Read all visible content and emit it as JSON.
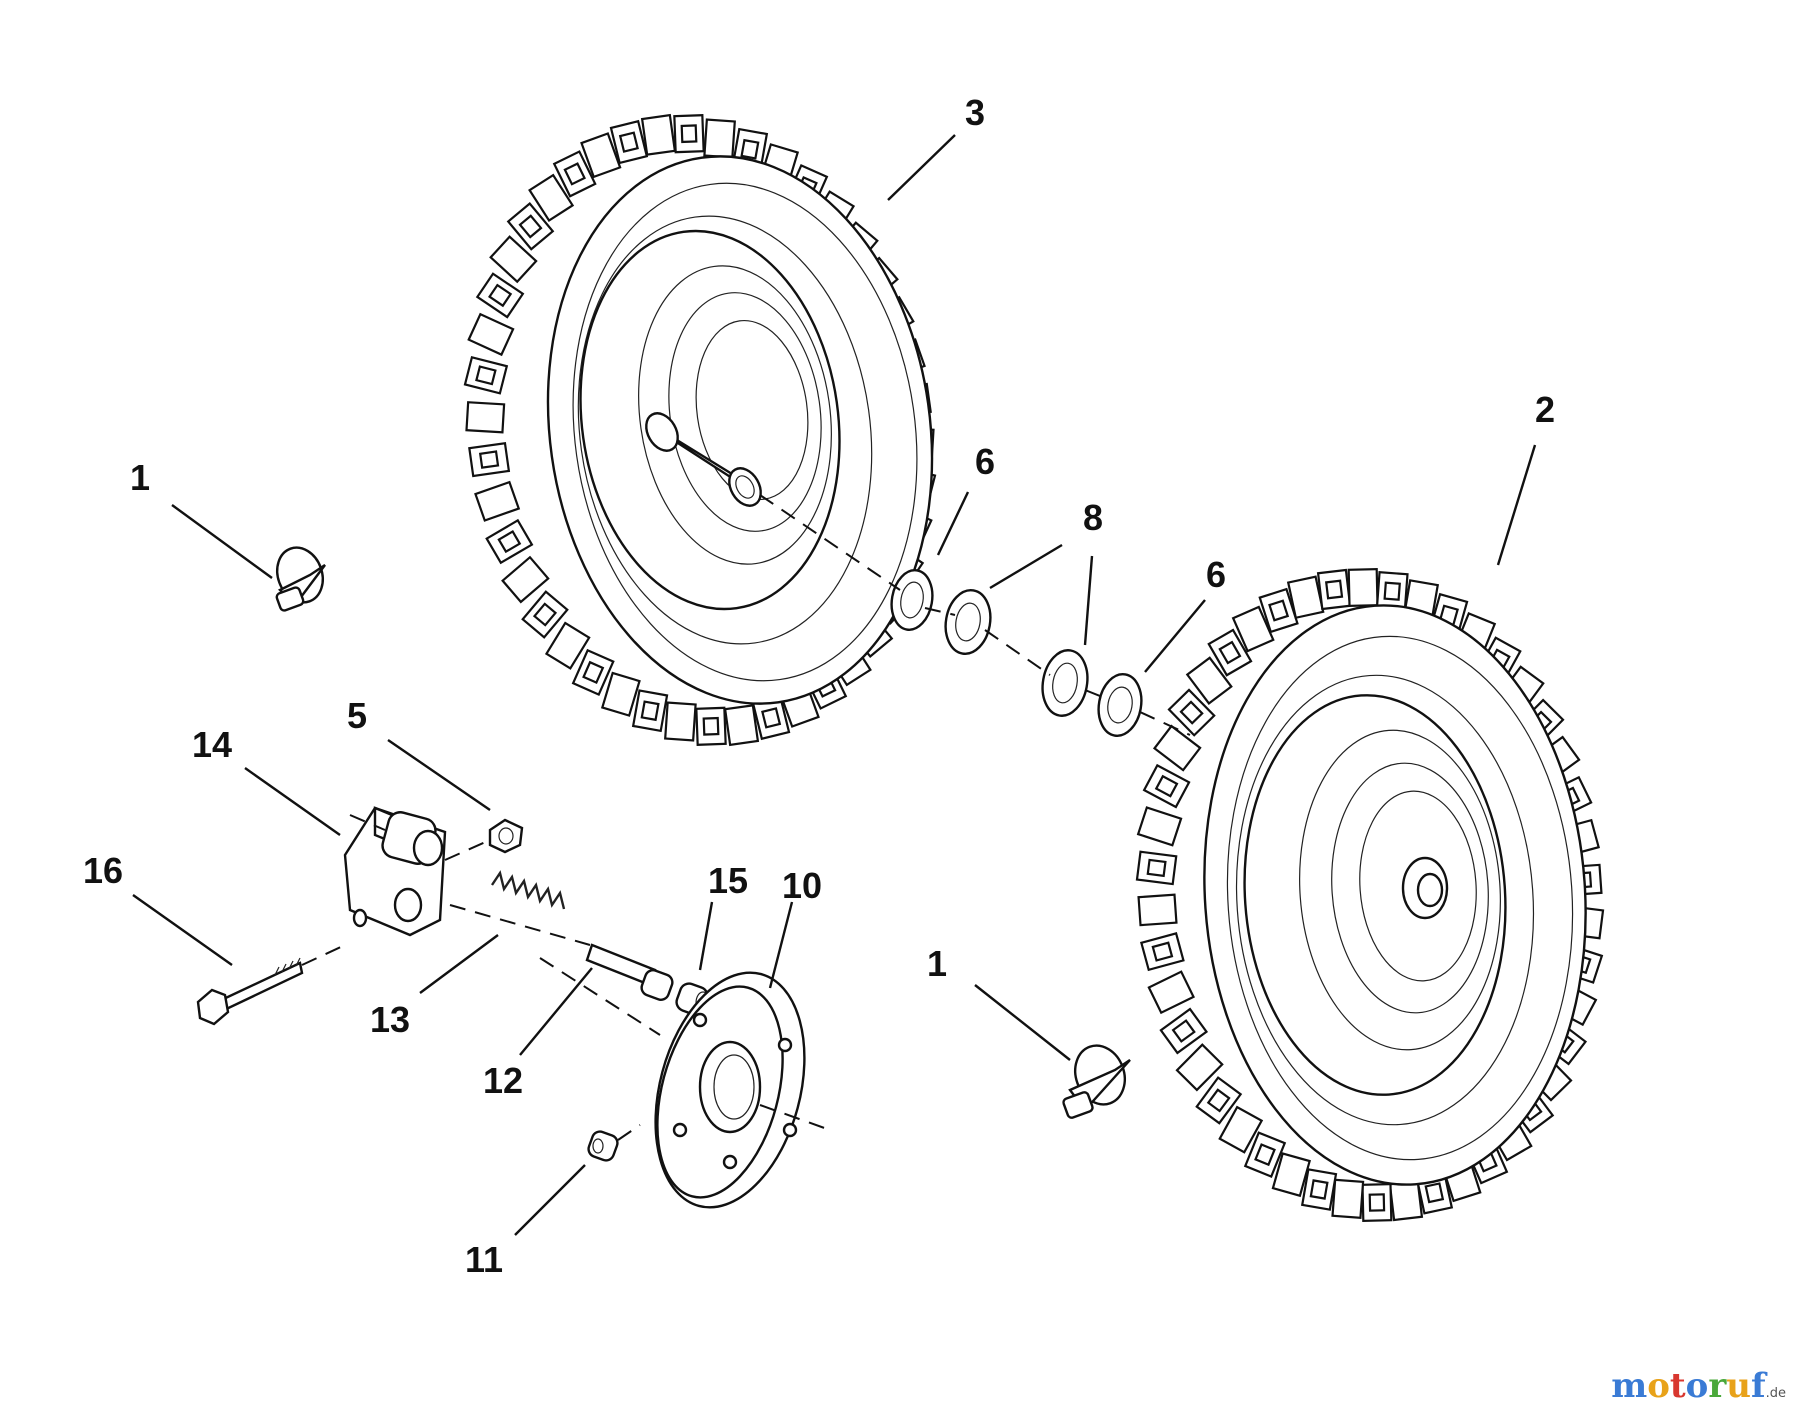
{
  "callouts": [
    "3",
    "2",
    "1",
    "6",
    "8",
    "6",
    "5",
    "14",
    "16",
    "13",
    "15",
    "10",
    "12",
    "1",
    "11"
  ],
  "watermark": {
    "letters": [
      "m",
      "o",
      "t",
      "o",
      "r",
      "u",
      "f"
    ],
    "tld": ".de"
  }
}
